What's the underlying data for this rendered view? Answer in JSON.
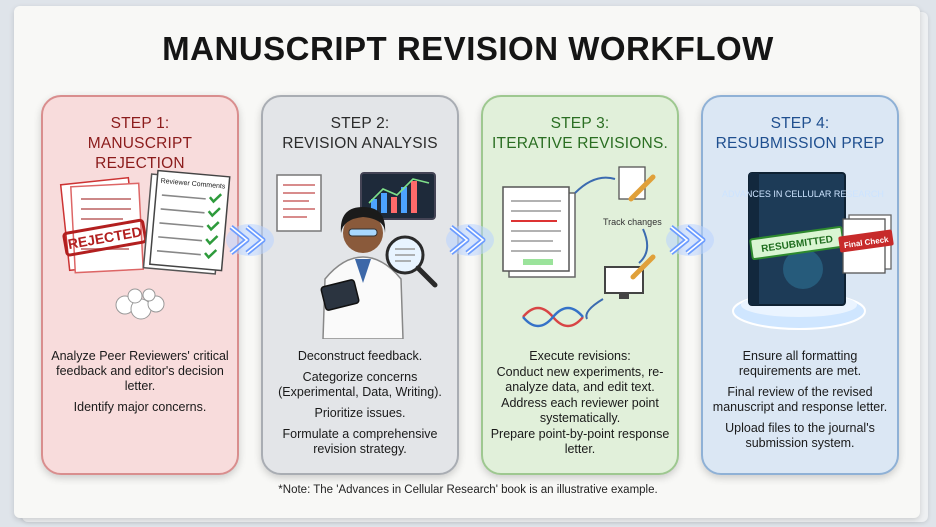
{
  "title": "MANUSCRIPT REVISION WORKFLOW",
  "steps": [
    {
      "label": "STEP 1:",
      "name": "MANUSCRIPT REJECTION",
      "stamp": "REJECTED",
      "doc_title": "Reviewer Comments",
      "body": [
        "Analyze Peer Reviewers' critical feedback and editor's decision letter.",
        "Identify major concerns."
      ]
    },
    {
      "label": "STEP 2:",
      "name": "REVISION ANALYSIS",
      "body": [
        "Deconstruct feedback.",
        "Categorize concerns (Experimental, Data, Writing).",
        "Prioritize issues.",
        "Formulate a comprehensive revision strategy."
      ]
    },
    {
      "label": "STEP 3:",
      "name": "ITERATIVE REVISIONS.",
      "note": "Track changes",
      "body": [
        "Execute revisions:",
        "Conduct new experiments, re-analyze data, and edit text.",
        "Address each reviewer point systematically.",
        "Prepare point-by-point response letter."
      ]
    },
    {
      "label": "STEP 4:",
      "name": "RESUBMISSION PREP",
      "book_title": "ADVANCES IN CELLULAR RESEARCH",
      "stamp": "RESUBMITTED",
      "tag": "Final Check",
      "body": [
        "Ensure all formatting requirements are met.",
        "Final review of the revised manuscript and response letter.",
        "Upload files to the journal's submission system."
      ]
    }
  ],
  "footnote": "*Note: The 'Advances in Cellular Research' book is an illustrative example.",
  "colors": {
    "step1_bg": "#f8dcdc",
    "step1_accent": "#8b1b1b",
    "step2_bg": "#e3e5e8",
    "step2_accent": "#2b2b2b",
    "step3_bg": "#e1f0da",
    "step3_accent": "#2a6e22",
    "step4_bg": "#dbe7f4",
    "step4_accent": "#1f4f8f",
    "arrow": "#7aa8ff"
  },
  "icons": [
    "document-icon",
    "rejected-stamp-icon",
    "checklist-icon",
    "crumpled-paper-icon",
    "scientist-icon",
    "chart-icon",
    "magnifier-icon",
    "tablet-icon",
    "pencil-icon",
    "dna-icon",
    "monitor-icon",
    "book-icon",
    "glowing-arrow-icon"
  ]
}
